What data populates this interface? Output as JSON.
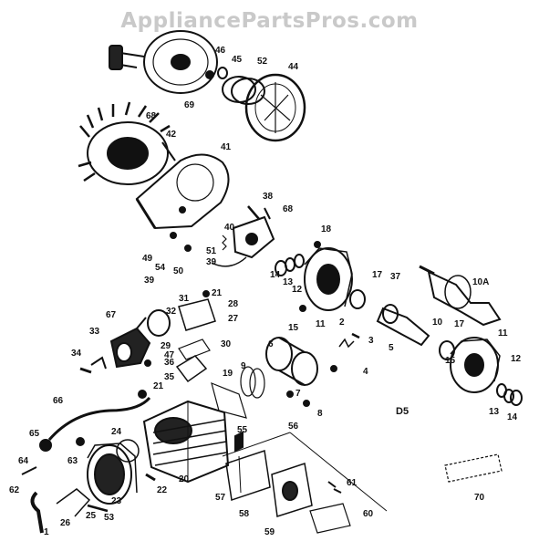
{
  "watermark": "AppliancePartsPros.com",
  "diagram_code": "D5",
  "callouts": [
    "1",
    "2",
    "3",
    "4",
    "5",
    "6",
    "7",
    "8",
    "9",
    "10",
    "10A",
    "11",
    "12",
    "13",
    "14",
    "15",
    "17",
    "18",
    "19",
    "20",
    "21",
    "22",
    "23",
    "24",
    "25",
    "26",
    "27",
    "28",
    "29",
    "30",
    "31",
    "32",
    "33",
    "34",
    "35",
    "36",
    "37",
    "38",
    "39",
    "40",
    "41",
    "42",
    "44",
    "45",
    "46",
    "47",
    "49",
    "50",
    "51",
    "52",
    "53",
    "54",
    "55",
    "56",
    "57",
    "58",
    "59",
    "60",
    "61",
    "62",
    "63",
    "64",
    "65",
    "66",
    "67",
    "68",
    "69",
    "70"
  ],
  "colors": {
    "ink": "#111111",
    "paper": "#ffffff",
    "watermark": "#c9c9c9"
  }
}
